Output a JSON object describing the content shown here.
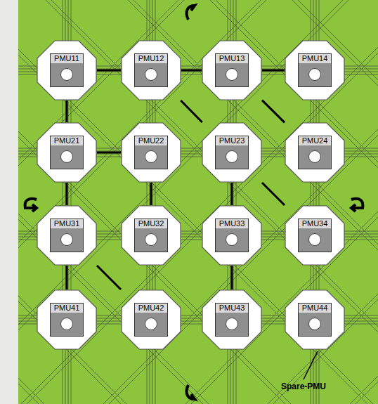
{
  "diagram": {
    "nodes": [
      {
        "text": [
          "PMU11"
        ]
      },
      {
        "text": [
          "PMU12"
        ]
      },
      {
        "text": [
          "PMU13"
        ]
      },
      {
        "text": [
          "PMU14"
        ]
      },
      {
        "text": [
          "PMU21"
        ]
      },
      {
        "text": [
          "PMU22"
        ]
      },
      {
        "text": [
          "PMU23"
        ]
      },
      {
        "text": [
          "PMU24"
        ]
      },
      {
        "text": [
          "PMU31"
        ]
      },
      {
        "text": [
          "PMU32"
        ]
      },
      {
        "text": [
          "PMU33"
        ]
      },
      {
        "text": [
          "PMU34"
        ]
      },
      {
        "text": [
          "PMU41"
        ]
      },
      {
        "text": [
          "PMU42"
        ]
      },
      {
        "text": [
          "PMU43"
        ]
      },
      {
        "text": [
          "PMU44"
        ]
      }
    ],
    "edges": [
      {
        "from": 0,
        "to": 1,
        "arrow": "none"
      },
      {
        "from": 1,
        "to": 2,
        "arrow": "none"
      },
      {
        "from": 2,
        "to": 3,
        "arrow": "none"
      },
      {
        "from": 0,
        "to": 4,
        "arrow": "none"
      },
      {
        "from": 4,
        "to": 5,
        "arrow": "none"
      },
      {
        "from": 4,
        "to": 8,
        "arrow": "none"
      },
      {
        "from": 1,
        "to": 6,
        "arrow": "none"
      },
      {
        "from": 2,
        "to": 7,
        "arrow": "none"
      },
      {
        "from": 5,
        "to": 9,
        "arrow": "none"
      },
      {
        "from": 6,
        "to": 10,
        "arrow": "none"
      },
      {
        "from": 10,
        "to": 14,
        "arrow": "none"
      },
      {
        "from": 6,
        "to": 11,
        "arrow": "none"
      },
      {
        "from": 8,
        "to": 12,
        "arrow": "none"
      },
      {
        "from": 8,
        "to": 13,
        "arrow": "none"
      }
    ],
    "labels": [
      "Spare-PMU"
    ]
  }
}
